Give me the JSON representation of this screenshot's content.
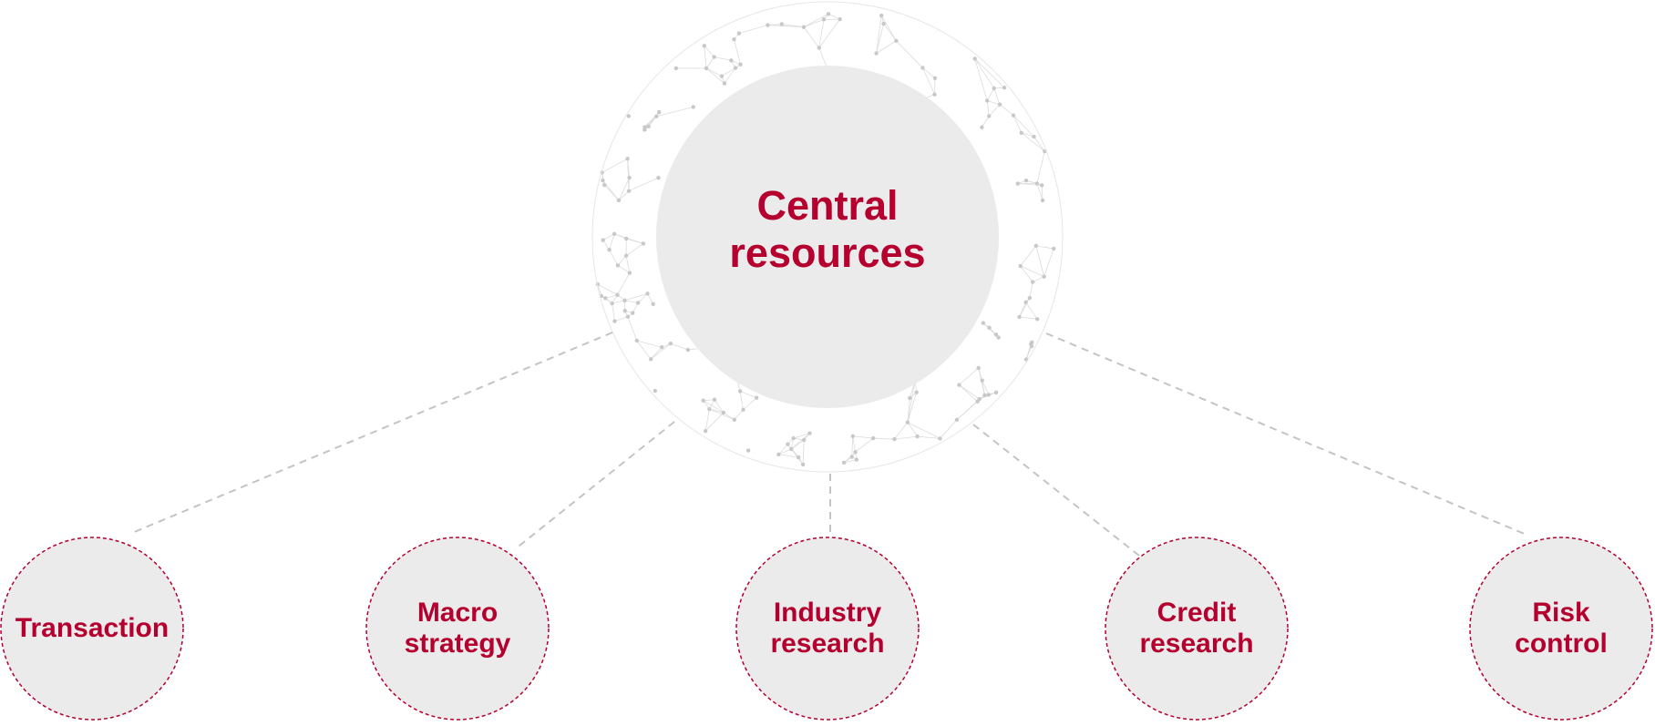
{
  "diagram": {
    "center": {
      "lines": [
        "Central",
        "resources"
      ]
    },
    "nodes": [
      {
        "id": "transaction",
        "lines": [
          "Transaction"
        ]
      },
      {
        "id": "macro-strategy",
        "lines": [
          "Macro",
          "strategy"
        ]
      },
      {
        "id": "industry-research",
        "lines": [
          "Industry",
          "research"
        ]
      },
      {
        "id": "credit-research",
        "lines": [
          "Credit",
          "research"
        ]
      },
      {
        "id": "risk-control",
        "lines": [
          "Risk",
          "control"
        ]
      }
    ],
    "colors": {
      "accent": "#b5002f",
      "circle_fill": "#ebebeb",
      "connector": "#c4c4c4",
      "network": "#c8c8c8"
    }
  }
}
